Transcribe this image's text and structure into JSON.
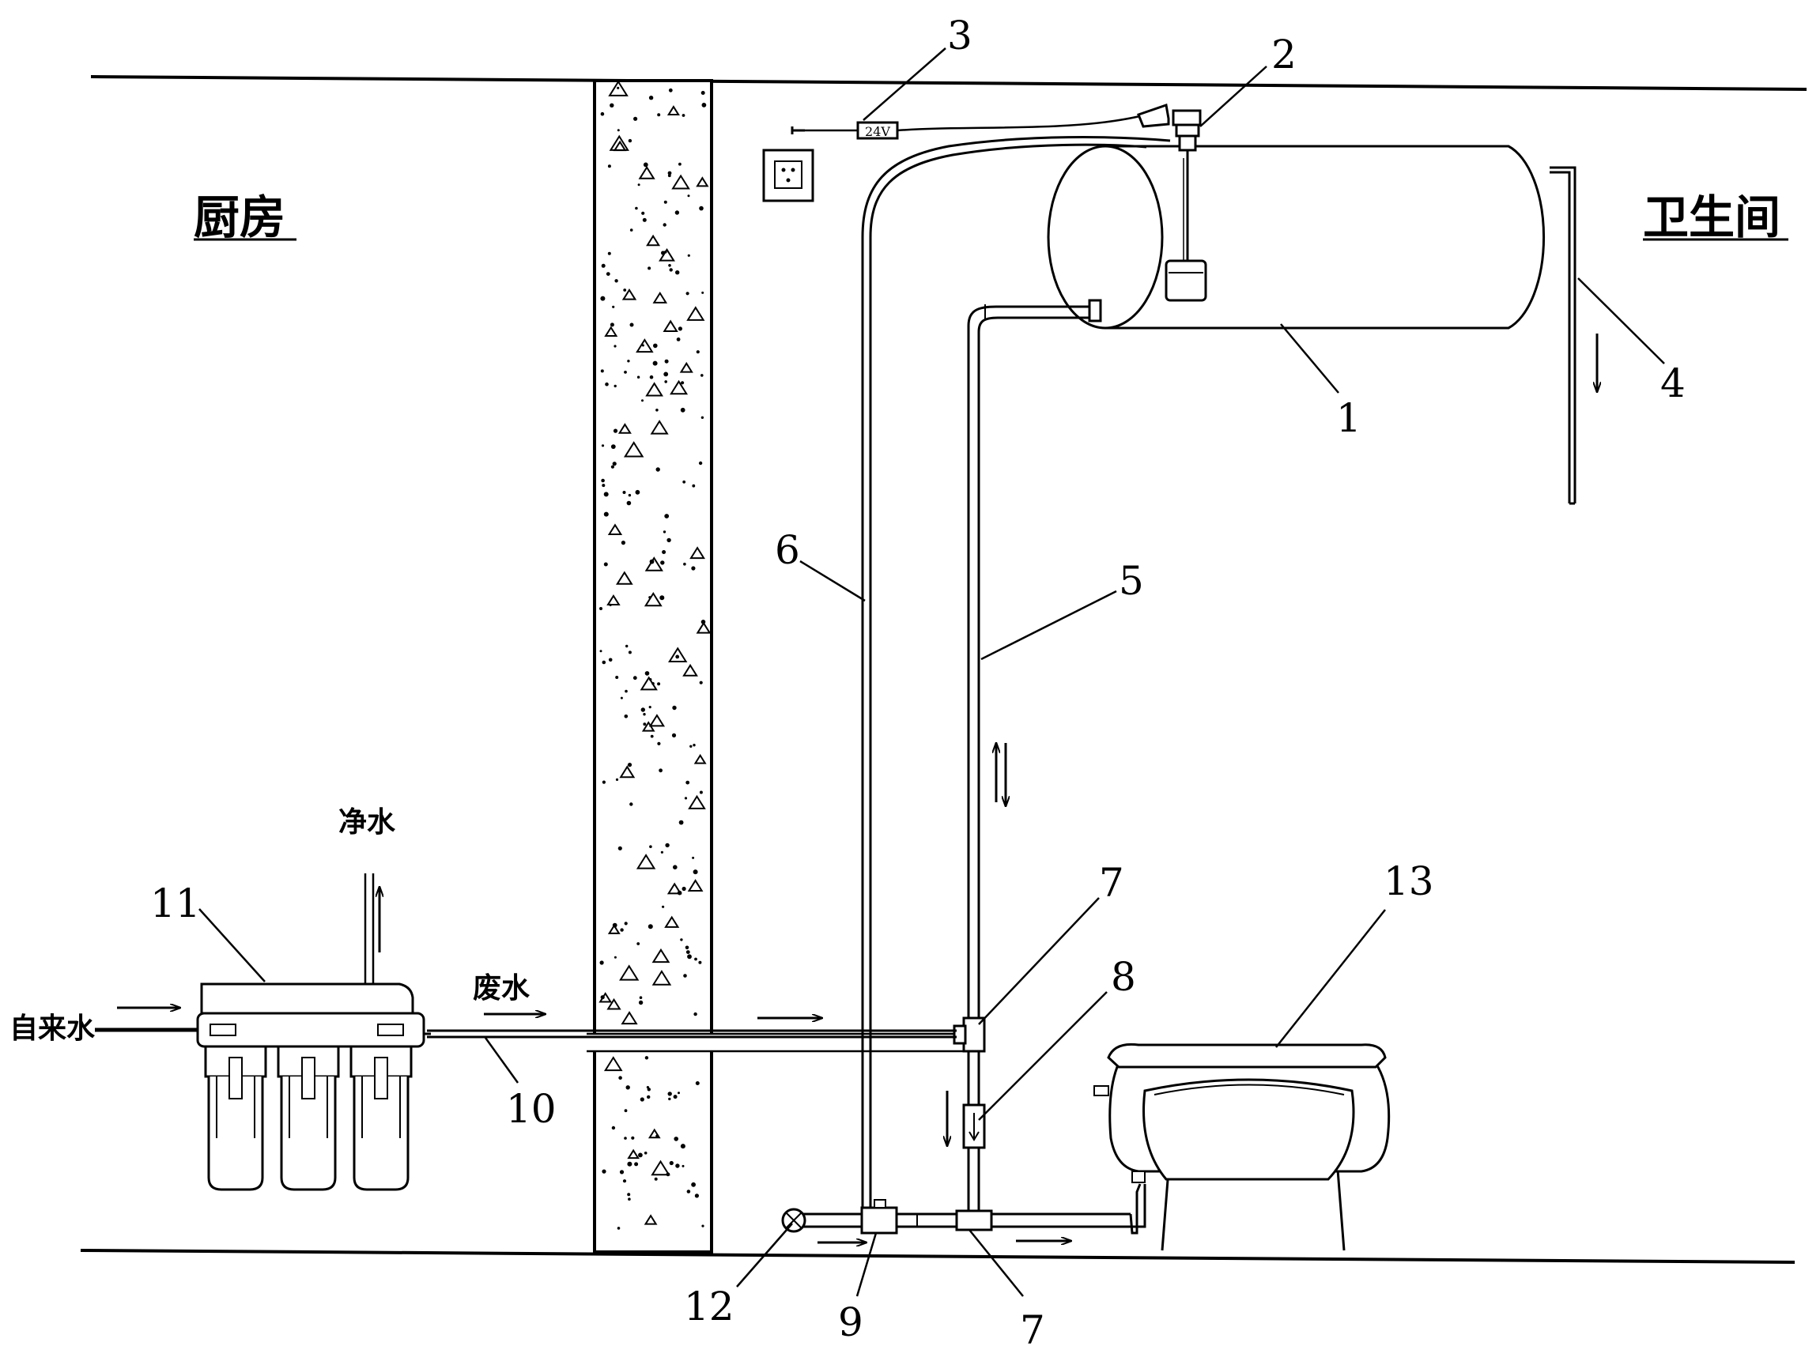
{
  "rooms": {
    "kitchen": "厨房",
    "bathroom": "卫生间"
  },
  "flow_words": {
    "clean_water": "净水",
    "tap_water": "自来水",
    "waste_water": "废水"
  },
  "adapter_label": "24V",
  "part_labels": {
    "p1": "1",
    "p2": "2",
    "p3": "3",
    "p4": "4",
    "p5": "5",
    "p6": "6",
    "p7a": "7",
    "p7b": "7",
    "p8": "8",
    "p9": "9",
    "p10": "10",
    "p11": "11",
    "p12": "12",
    "p13": "13"
  }
}
